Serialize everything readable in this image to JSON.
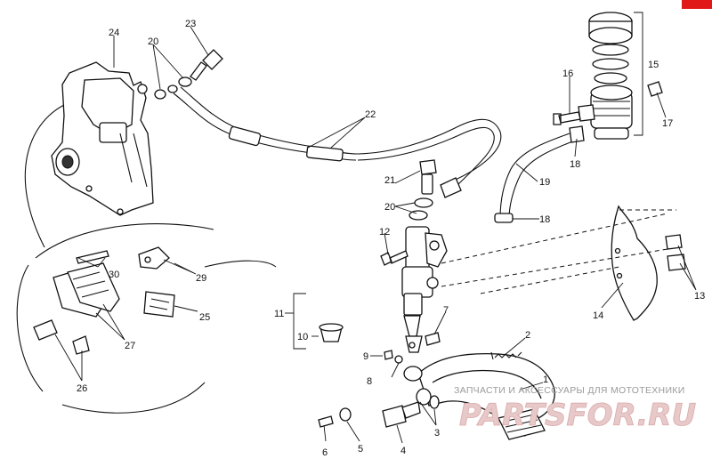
{
  "callouts": {
    "c1": "1",
    "c2": "2",
    "c3": "3",
    "c4": "4",
    "c5": "5",
    "c6": "6",
    "c7": "7",
    "c8": "8",
    "c9": "9",
    "c10": "10",
    "c11": "11",
    "c12": "12",
    "c13": "13",
    "c14": "14",
    "c15": "15",
    "c16": "16",
    "c17": "17",
    "c18a": "18",
    "c18b": "18",
    "c19": "19",
    "c20a": "20",
    "c20b": "20",
    "c21": "21",
    "c22": "22",
    "c23": "23",
    "c24": "24",
    "c25": "25",
    "c26": "26",
    "c27": "27",
    "c29": "29",
    "c30": "30"
  },
  "watermark": {
    "tagline": "ЗАПЧАСТИ И АКСЕССУАРЫ ДЛЯ МОТОТЕХНИКИ",
    "logo": "PARTSFOR.RU"
  },
  "colors": {
    "line": "#111111",
    "background": "#ffffff",
    "watermark": "#d9a9a9",
    "corner_mark": "#e01818"
  }
}
